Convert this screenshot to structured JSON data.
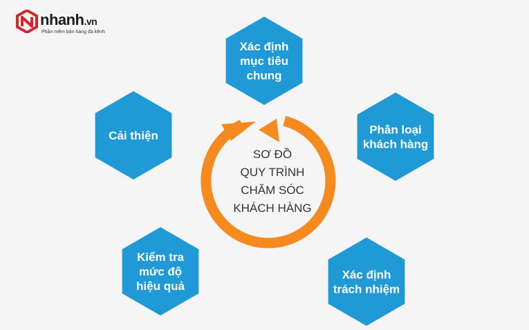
{
  "brand": {
    "name": "nhanh",
    "domain": ".vn",
    "tagline": "Phần mềm bán hàng đa kênh",
    "logo_color": "#d7262b"
  },
  "center": {
    "lines": [
      "SƠ ĐỒ",
      "QUY TRÌNH",
      "CHĂM SÓC",
      "KHÁCH HÀNG"
    ],
    "ring_color": "#f58a1f",
    "text_color": "#333333"
  },
  "hex_color": "#1f9ad6",
  "hex_text_color": "#ffffff",
  "steps": [
    {
      "lines": [
        "Xác định",
        "mục tiêu",
        "chung"
      ]
    },
    {
      "lines": [
        "Phân loại",
        "khách hàng"
      ]
    },
    {
      "lines": [
        "Xác định",
        "trách nhiệm"
      ]
    },
    {
      "lines": [
        "Kiểm tra",
        "mức độ",
        "hiệu quả"
      ]
    },
    {
      "lines": [
        "Cải thiện"
      ]
    }
  ]
}
